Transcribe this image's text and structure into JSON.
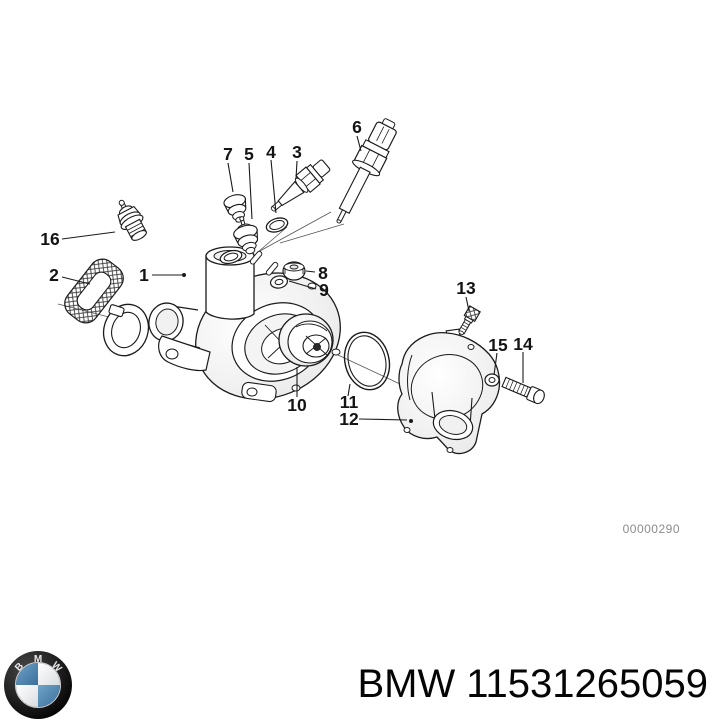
{
  "page": {
    "background": "#ffffff"
  },
  "diagram": {
    "title": "exploded-parts-diagram",
    "drawing_number": "00000290",
    "labels": {
      "p1": "1",
      "p2": "2",
      "p3": "3",
      "p4": "4",
      "p5": "5",
      "p6": "6",
      "p7": "7",
      "p8": "8",
      "p9": "9",
      "p10": "10",
      "p11": "11",
      "p12": "12",
      "p13": "13",
      "p14": "14",
      "p15": "15",
      "p16": "16"
    }
  },
  "footer": {
    "brand": "BMW",
    "part_number": "11531265059",
    "logo": {
      "letter_b": "B",
      "letter_m": "M",
      "letter_w": "W",
      "blue": "#4580ad",
      "ring": "#1c1c1c"
    }
  },
  "colors": {
    "line": "#1b1b1b",
    "watermark": "#8c8c8c",
    "text": "#050505"
  }
}
